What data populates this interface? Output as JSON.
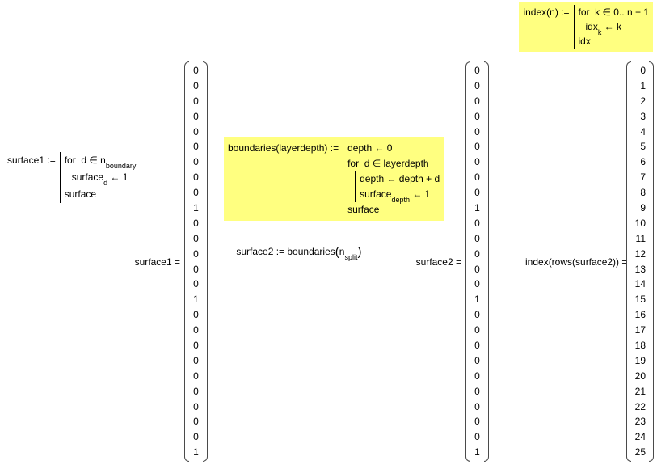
{
  "colors": {
    "highlight": "#ffff80",
    "text": "#000000"
  },
  "index_def": {
    "lhs": "index(n) :=",
    "for_line": "for  k ∈ 0.. n − 1",
    "assign_base": "idx",
    "assign_sub": "k",
    "assign_rest": " ← k",
    "return_line": "idx"
  },
  "surface1_def": {
    "lhs": "surface1 :=",
    "for_base": "for  d ∈ n",
    "for_sub": "boundary",
    "assign_base": "surface",
    "assign_sub": "d",
    "assign_rest": " ← 1",
    "return_line": "surface"
  },
  "boundaries_def": {
    "lhs": "boundaries(layerdepth) :=",
    "line1": "depth ← 0",
    "for_line": "for  d ∈ layerdepth",
    "inner1": "depth ← depth + d",
    "inner2_base": "surface",
    "inner2_sub": "depth",
    "inner2_rest": " ← 1",
    "return_line": "surface"
  },
  "surface2_def": {
    "pre": "surface2 := boundaries",
    "lparen": "(",
    "arg_base": "n",
    "arg_sub": "split",
    "rparen": ")"
  },
  "results": [
    {
      "label": "surface1 =",
      "values": [
        0,
        0,
        0,
        0,
        0,
        0,
        0,
        0,
        0,
        1,
        0,
        0,
        0,
        0,
        0,
        1,
        0,
        0,
        0,
        0,
        0,
        0,
        0,
        0,
        0,
        1
      ]
    },
    {
      "label": "surface2 =",
      "values": [
        0,
        0,
        0,
        0,
        0,
        0,
        0,
        0,
        0,
        1,
        0,
        0,
        0,
        0,
        0,
        1,
        0,
        0,
        0,
        0,
        0,
        0,
        0,
        0,
        0,
        1
      ]
    },
    {
      "label": "index(rows(surface2)) =",
      "values": [
        0,
        1,
        2,
        3,
        4,
        5,
        6,
        7,
        8,
        9,
        10,
        11,
        12,
        13,
        14,
        15,
        16,
        17,
        18,
        19,
        20,
        21,
        22,
        23,
        24,
        25
      ]
    }
  ]
}
